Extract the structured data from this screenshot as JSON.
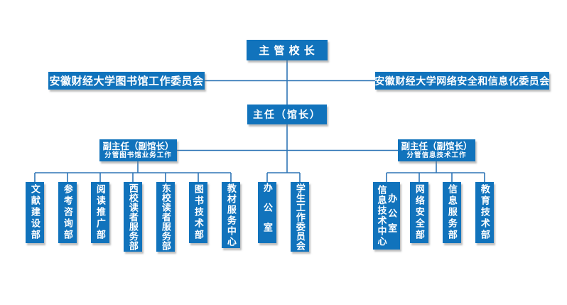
{
  "org": {
    "president": {
      "label": "主 管 校 长"
    },
    "library_committee": {
      "label": "安徽财经大学图书馆工作委员会"
    },
    "cyber_committee": {
      "label": "安徽财经大学网络安全和信息化委员会"
    },
    "director": {
      "label": "主任（馆长）"
    },
    "deputy_library": {
      "title": "副主任（副馆长）",
      "subtitle": "分管图书馆业务工作"
    },
    "deputy_it": {
      "title": "副主任（副馆长）",
      "subtitle": "分管信息技术工作"
    },
    "library_departments": [
      {
        "label": "文献建设部"
      },
      {
        "label": "参考咨询部"
      },
      {
        "label": "阅读推广部"
      },
      {
        "label": "西校读者服务部"
      },
      {
        "label": "东校读者服务部"
      },
      {
        "label": "图书技术部"
      },
      {
        "label": "教材服务中心"
      }
    ],
    "director_departments": [
      {
        "label": "办公室"
      },
      {
        "label": "学生工作委员会"
      }
    ],
    "it_departments": [
      {
        "lines": [
          "信息技术中心",
          "办公室"
        ]
      },
      {
        "label": "网络安全部"
      },
      {
        "label": "信息服务部"
      },
      {
        "label": "教育技术部"
      }
    ],
    "colors": {
      "box_blue": "#1173BC",
      "line_blue": "#2E75B6",
      "text_white": "#FFFFFF",
      "shadow_gray": "#828282"
    }
  }
}
